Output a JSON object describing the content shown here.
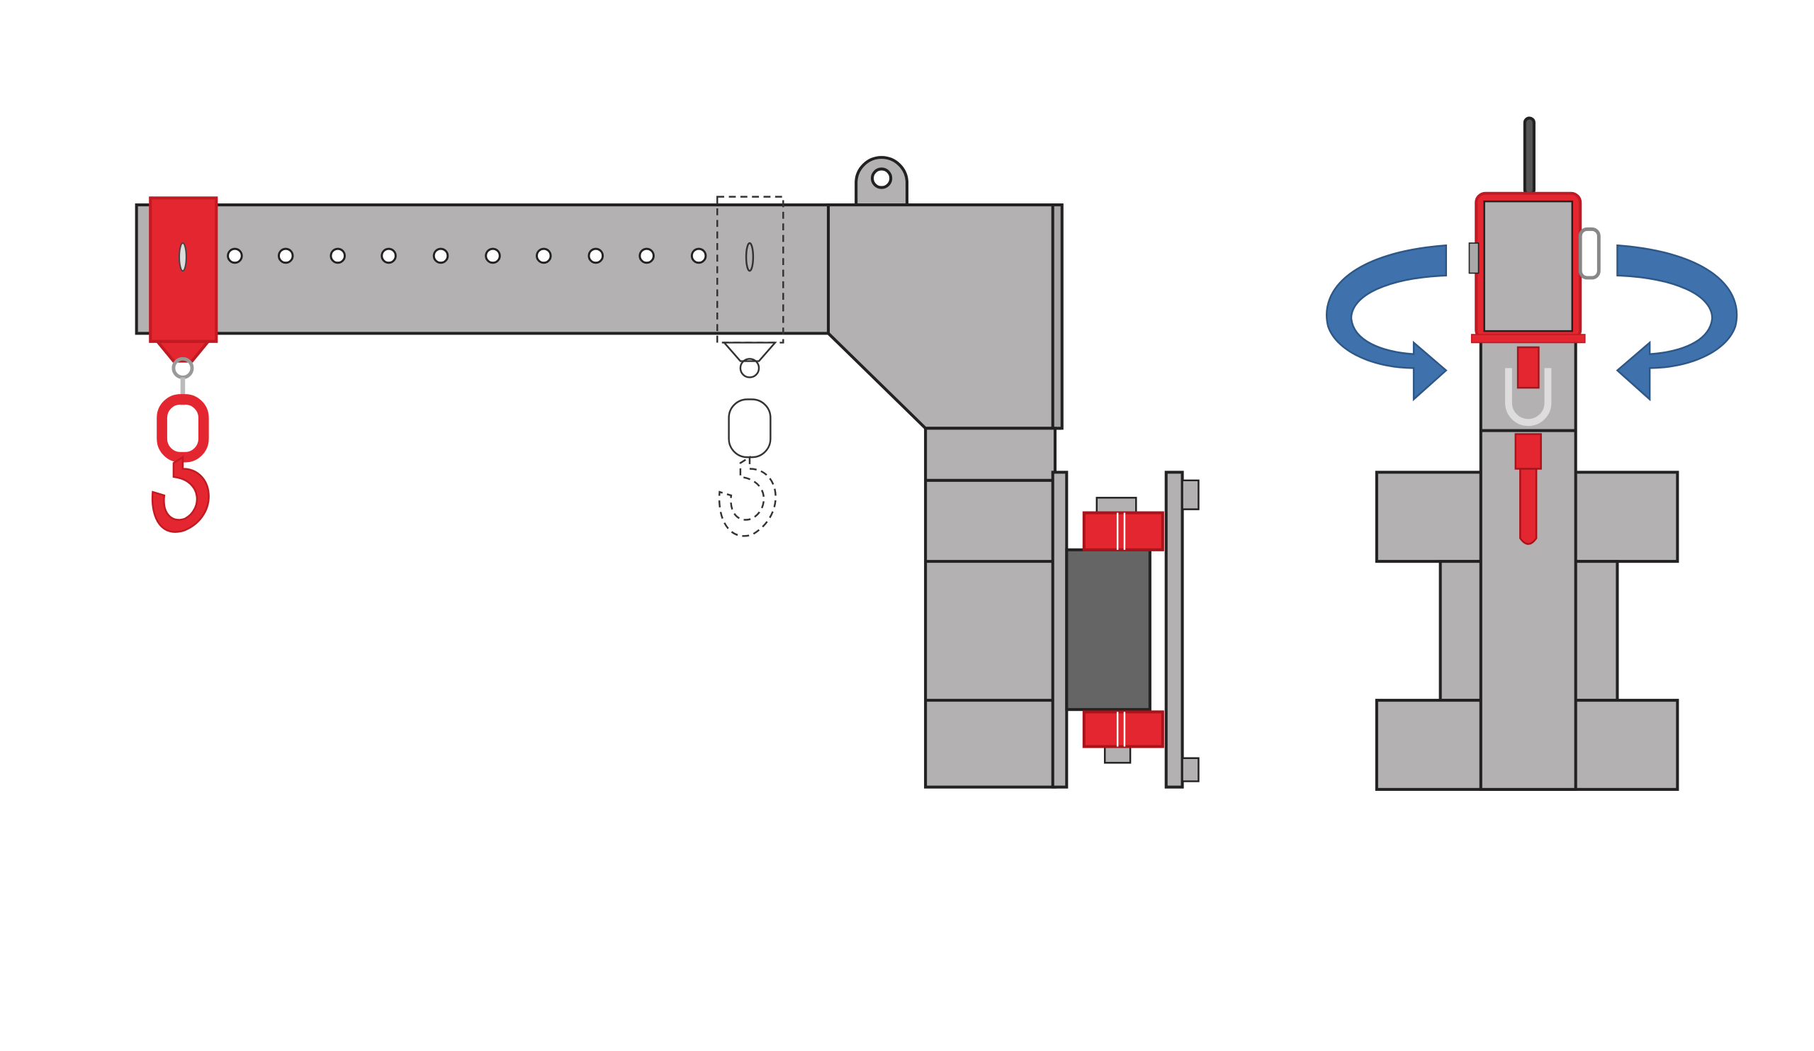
{
  "diagram": {
    "colors": {
      "steel": "#b3b1b1",
      "outline": "#222222",
      "red": "#e3262f",
      "dark_pad": "#666565",
      "arrow_blue": "#3f72ad",
      "background": "#ffffff"
    },
    "parts": [
      "telescopic-beam",
      "adjustment-holes",
      "red-sleeve-hook",
      "alternate-position-hook",
      "top-eye",
      "vertical-mast",
      "fork-mount",
      "front-view",
      "rotation-arrows"
    ]
  }
}
